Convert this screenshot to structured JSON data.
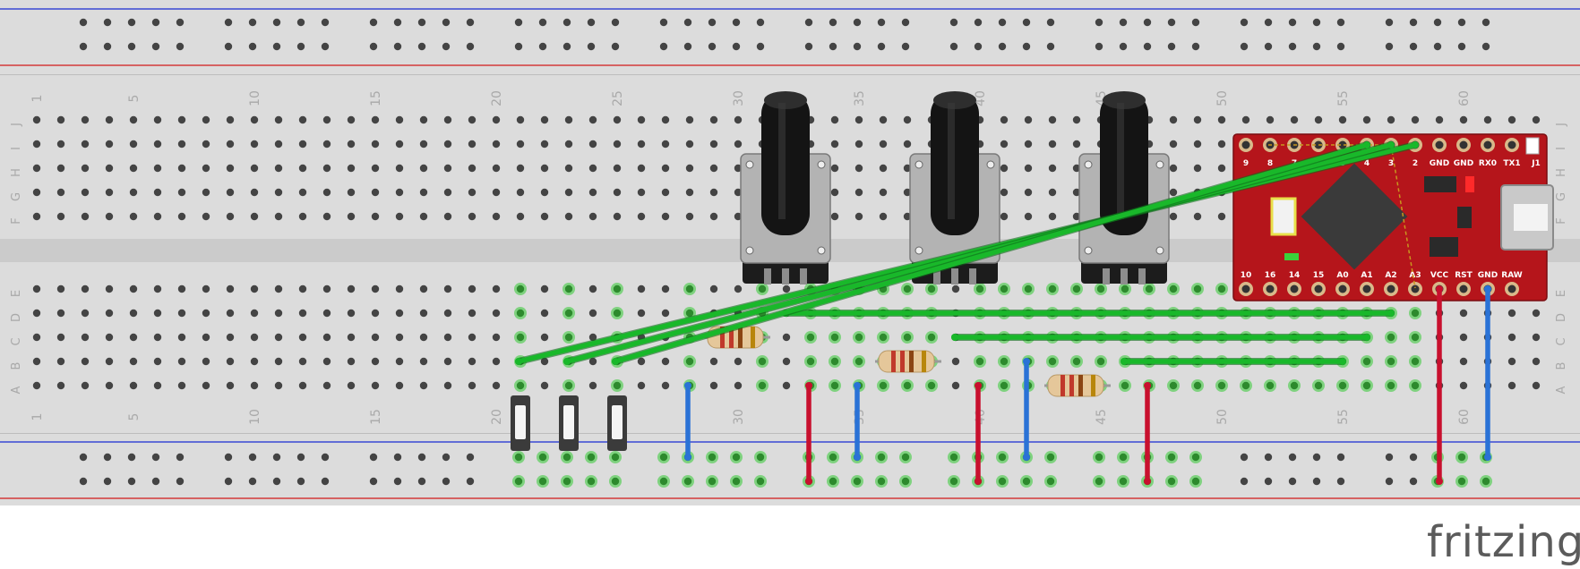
{
  "breadboard": {
    "row_labels_top": [
      "J",
      "I",
      "H",
      "G",
      "F"
    ],
    "row_labels_bottom": [
      "E",
      "D",
      "C",
      "B",
      "A"
    ],
    "column_numbers": [
      "1",
      "5",
      "10",
      "15",
      "20",
      "25",
      "30",
      "35",
      "40",
      "45",
      "50",
      "55",
      "60"
    ]
  },
  "microcontroller": {
    "top_pins": [
      "9",
      "8",
      "7",
      "6",
      "5",
      "4",
      "3",
      "2",
      "GND",
      "GND",
      "RX0",
      "TX1",
      "J1"
    ],
    "bottom_pins": [
      "10",
      "16",
      "14",
      "15",
      "A0",
      "A1",
      "A2",
      "A3",
      "VCC",
      "RST",
      "GND",
      "RAW"
    ]
  },
  "parts": {
    "potentiometers": [
      "potentiometer-1",
      "potentiometer-2",
      "potentiometer-3"
    ],
    "buttons": [
      "button-1",
      "button-2",
      "button-3"
    ],
    "resistors": [
      "resistor-1",
      "resistor-2",
      "resistor-3"
    ]
  },
  "colors": {
    "board": "#dcdcdc",
    "rail_blue": "#1a2bd1",
    "rail_red": "#d11a1a",
    "hole": "#444444",
    "hole_connected": "#7fd27f",
    "wire_green": "#19b82a",
    "wire_red": "#c8102e",
    "wire_blue": "#2a72d6",
    "mcu_red": "#b5151b"
  },
  "branding": {
    "logo_text": "fritzing"
  }
}
